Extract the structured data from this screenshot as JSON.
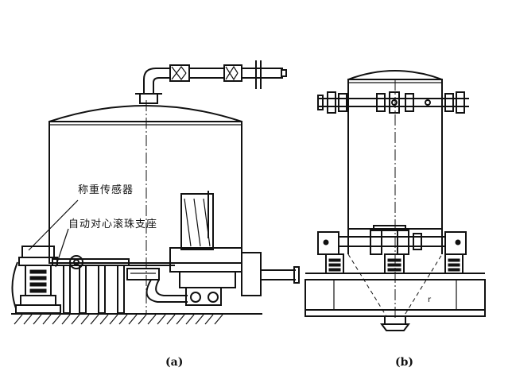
{
  "labels": {
    "load_cell": "称重传感器",
    "self_aligning_ball_support": "自动对心滚珠支座"
  },
  "captions": {
    "a": "(a)",
    "b": "(b)"
  },
  "colors": {
    "ink": "#111111",
    "paper": "#ffffff"
  }
}
